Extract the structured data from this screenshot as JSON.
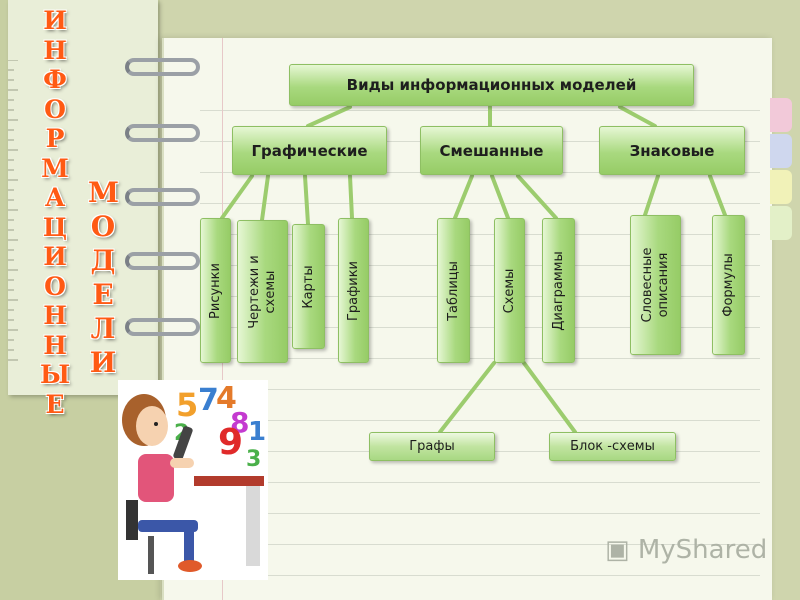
{
  "side_title_left": [
    "И",
    "Н",
    "Ф",
    "О",
    "Р",
    "М",
    "А",
    "Ц",
    "И",
    "О",
    "Н",
    "Н",
    "Ы",
    "Е"
  ],
  "side_title_right": [
    "М",
    "О",
    "Д",
    "Е",
    "Л",
    "И"
  ],
  "diagram": {
    "root": "Виды информационных моделей",
    "categories": [
      "Графические",
      "Смешанные",
      "Знаковые"
    ],
    "graphic": [
      "Рисунки",
      "Чертежи и схемы",
      "Карты",
      "Графики"
    ],
    "mixed": [
      "Таблицы",
      "Схемы",
      "Диаграммы"
    ],
    "sign": [
      "Словесные описания",
      "Формулы"
    ],
    "schemes_children": [
      "Графы",
      "Блок -схемы"
    ]
  },
  "watermark": "MyShared",
  "colors": {
    "letters": "#ff5a14",
    "box_green": "#a9d97f"
  }
}
